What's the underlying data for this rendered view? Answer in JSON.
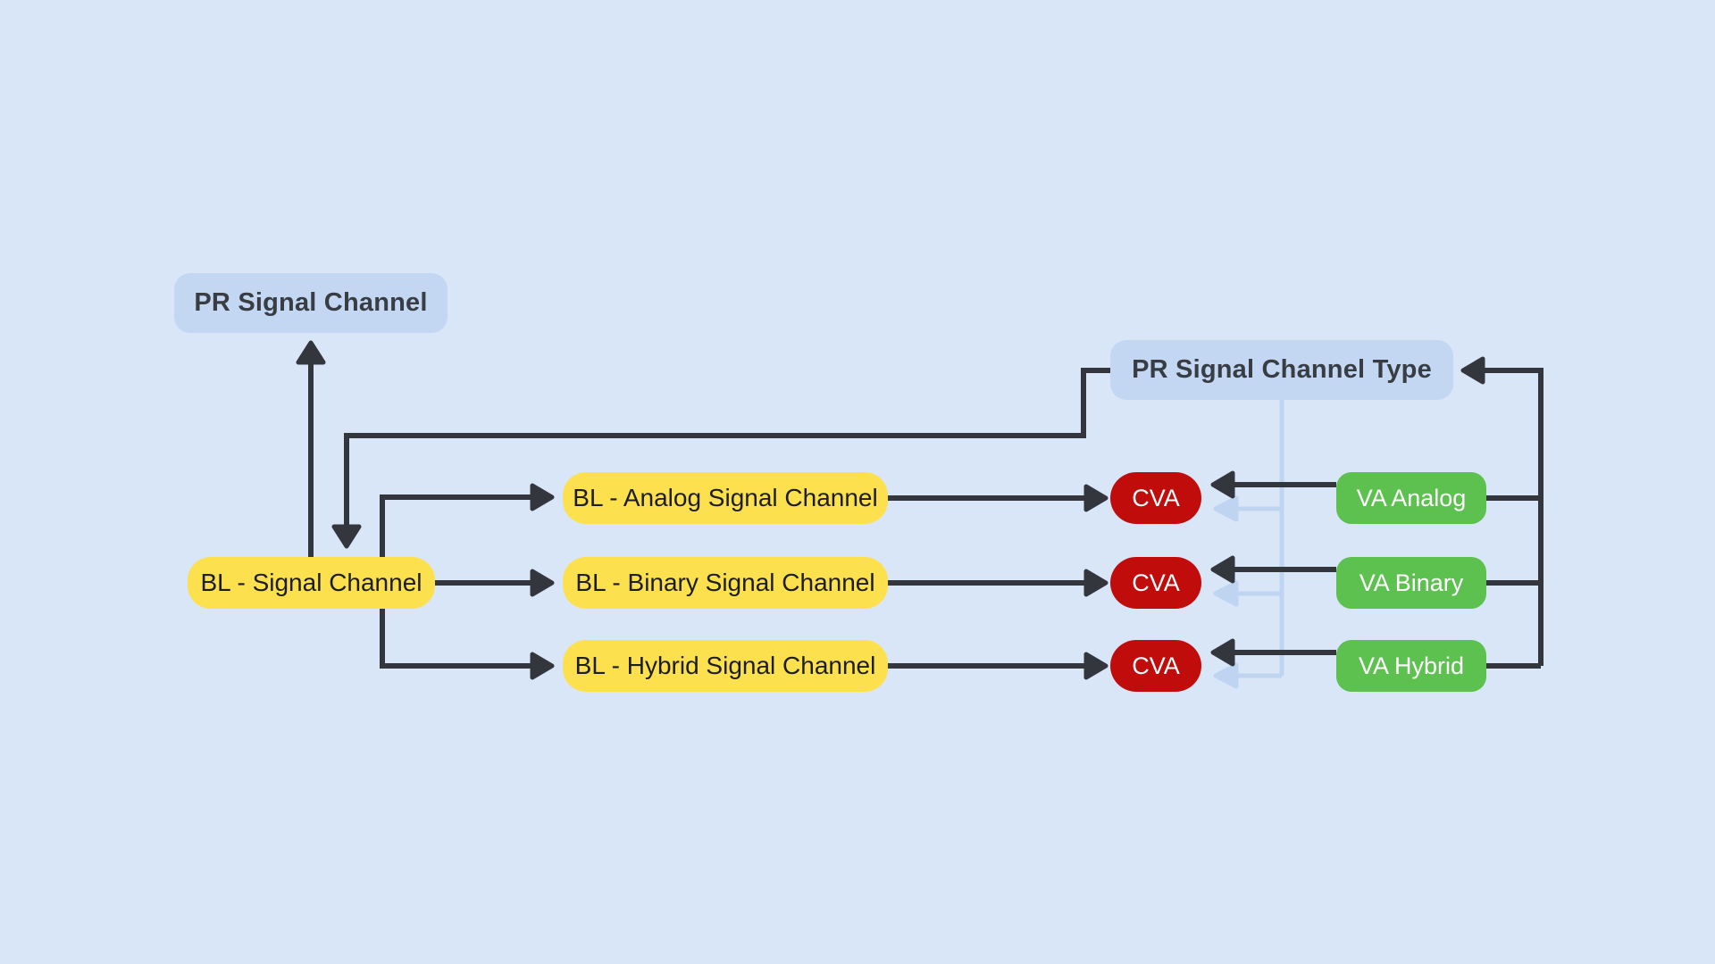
{
  "diagram": {
    "background_color": "#d9e6f8",
    "colors": {
      "primary_box": "#c3d7f3",
      "primary_text": "#383d44",
      "yellow_box": "#fde04e",
      "yellow_text": "#1c1d1f",
      "red_box": "#c10c0c",
      "green_box": "#5cc14e",
      "light_text": "#ffffff",
      "dark_connector": "#33363c",
      "light_connector": "#bfd4f1"
    },
    "nodes": {
      "pr_signal_channel": {
        "label": "PR Signal Channel"
      },
      "pr_signal_channel_type": {
        "label": "PR Signal Channel Type"
      },
      "bl_signal_channel": {
        "label": "BL - Signal Channel"
      },
      "bl_analog_signal_channel": {
        "label": "BL - Analog Signal Channel"
      },
      "bl_binary_signal_channel": {
        "label": "BL - Binary Signal Channel"
      },
      "bl_hybrid_signal_channel": {
        "label": "BL - Hybrid Signal Channel"
      },
      "cva_analog": {
        "label": "CVA"
      },
      "cva_binary": {
        "label": "CVA"
      },
      "cva_hybrid": {
        "label": "CVA"
      },
      "va_analog": {
        "label": "VA Analog"
      },
      "va_binary": {
        "label": "VA Binary"
      },
      "va_hybrid": {
        "label": "VA Hybrid"
      }
    }
  }
}
